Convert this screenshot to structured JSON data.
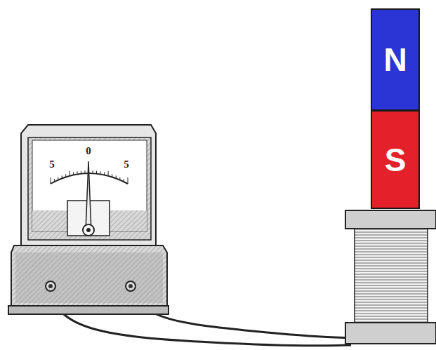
{
  "diagram": {
    "nodes": [
      {
        "text": [
          "N"
        ]
      },
      {
        "text": [
          "S"
        ]
      }
    ],
    "labels": [
      "5",
      "0",
      "5"
    ]
  }
}
